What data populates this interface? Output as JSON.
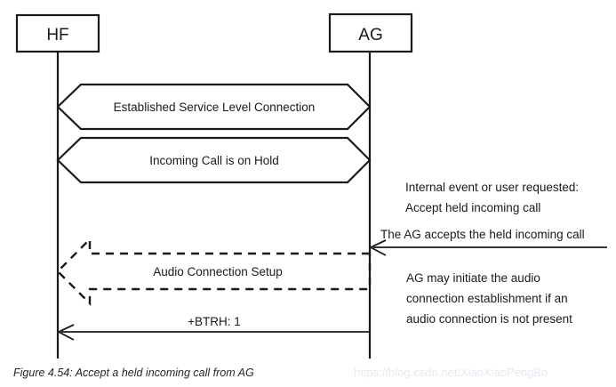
{
  "figure": {
    "caption": "Figure 4.54: Accept a held incoming call from AG",
    "watermark": "https://blog.csdn.net/XiaoXiaoPengBo"
  },
  "lifelines": [
    {
      "id": "hf",
      "label": "HF"
    },
    {
      "id": "ag",
      "label": "AG"
    }
  ],
  "frames": [
    {
      "id": "established-service-level-connection",
      "label": "Established Service Level Connection"
    },
    {
      "id": "incoming-call-on-hold",
      "label": "Incoming Call is on Hold"
    }
  ],
  "messages": [
    {
      "id": "ag-accepts",
      "label": "The AG accepts the held incoming call",
      "from": "ag",
      "to": "ag",
      "style": "solid"
    },
    {
      "id": "audio-connection-setup",
      "label": "Audio Connection Setup",
      "from": "ag",
      "to": "hf",
      "style": "dashed-block"
    },
    {
      "id": "btrh",
      "label": "+BTRH: 1",
      "from": "ag",
      "to": "hf",
      "style": "solid"
    }
  ],
  "notes": [
    {
      "id": "internal-event-note",
      "lines": [
        "Internal event or user requested:",
        "Accept held incoming call"
      ]
    },
    {
      "id": "audio-connection-note",
      "lines": [
        "AG may initiate the audio",
        "connection establishment if an",
        "audio connection is not present"
      ]
    }
  ],
  "colors": {
    "stroke": "#1a1a1a",
    "background": "#ffffff",
    "watermark": "#e6e9ee",
    "caption": "#262626"
  }
}
